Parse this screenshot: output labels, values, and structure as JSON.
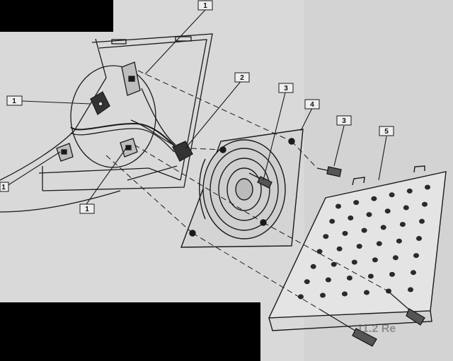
{
  "callouts": {
    "c1_top": "1",
    "c1_left": "1",
    "c1_lower_left": "1",
    "c1_bottom": "1",
    "c2": "2",
    "c3_speaker": "3",
    "c3_right": "3",
    "c4": "4",
    "c5": "5"
  },
  "caption_fragment": "11.2  Re",
  "colors": {
    "paper": "#d9d9d9",
    "ink": "#1a1a1a",
    "redaction": "#000000"
  }
}
